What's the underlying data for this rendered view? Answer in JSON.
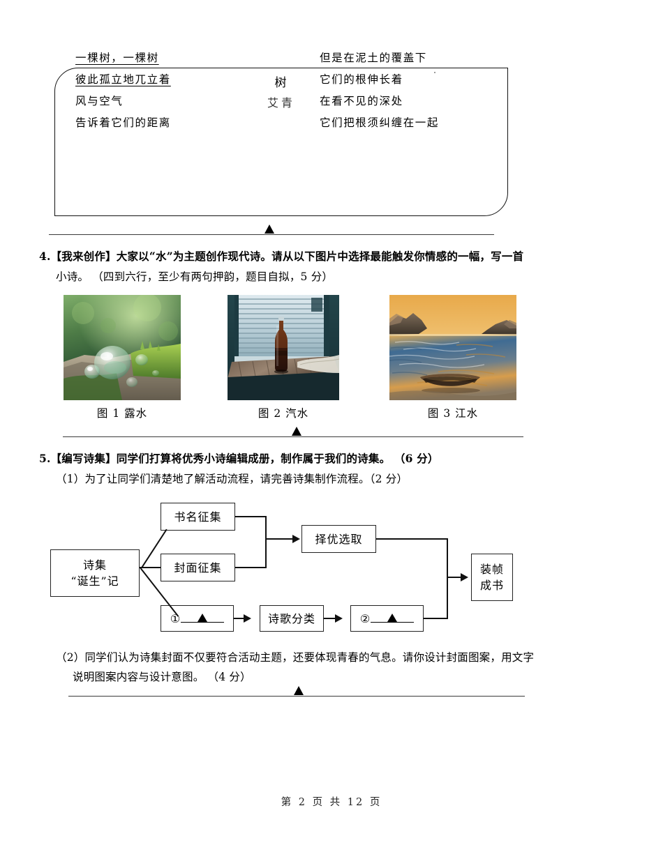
{
  "poem": {
    "title": "树",
    "author": "艾青",
    "left_lines": [
      {
        "text": "一棵树，一棵树",
        "underline": true
      },
      {
        "text": "彼此孤立地兀立着",
        "underline": true
      },
      {
        "text": "风与空气",
        "underline": false
      },
      {
        "text": "告诉着它们的距离",
        "underline": false
      }
    ],
    "right_lines": [
      {
        "text": "但是在泥土的覆盖下",
        "underline": false
      },
      {
        "text": "它们的根伸长着",
        "underline": false
      },
      {
        "text": "在看不见的深处",
        "underline": false
      },
      {
        "text": "它们把根须纠缠在一起",
        "underline": false
      }
    ]
  },
  "question4": {
    "line1": "4.【我来创作】大家以“水”为主题创作现代诗。请从以下图片中选择最能触发你情感的一幅，写一首",
    "line2": "小诗。 （四到六行，至少有两句押韵，题目自拟，5 分）",
    "figures": [
      {
        "caption": "图 1 露水",
        "alt": "dew-drops-on-moss-photo"
      },
      {
        "caption": "图 2 汽水",
        "alt": "soda-bottle-by-window-photo"
      },
      {
        "caption": "图 3 江水",
        "alt": "boat-on-river-sunset-photo"
      }
    ]
  },
  "question5": {
    "line1": "5.【编写诗集】同学们打算将优秀小诗编辑成册，制作属于我们的诗集。 （6 分）",
    "line2": "（1）为了让同学们清楚地了解活动流程，请完善诗集制作流程。（2 分）",
    "sub2_line1": "（2）同学们认为诗集封面不仅要符合活动主题，还要体现青春的气息。请你设计封面图案，用文字",
    "sub2_line2": "说明图案内容与设计意图。 （4 分）",
    "flowchart": {
      "start": {
        "line1": "诗集",
        "line2": "“诞生”记"
      },
      "branch_title": "书名征集",
      "branch_cover": "封面征集",
      "select": "择优选取",
      "blank1_label": "①",
      "classify": "诗歌分类",
      "blank2_label": "②",
      "finish": {
        "line1": "装帧",
        "line2": "成书"
      }
    }
  },
  "footer": "第 2 页 共 12 页"
}
